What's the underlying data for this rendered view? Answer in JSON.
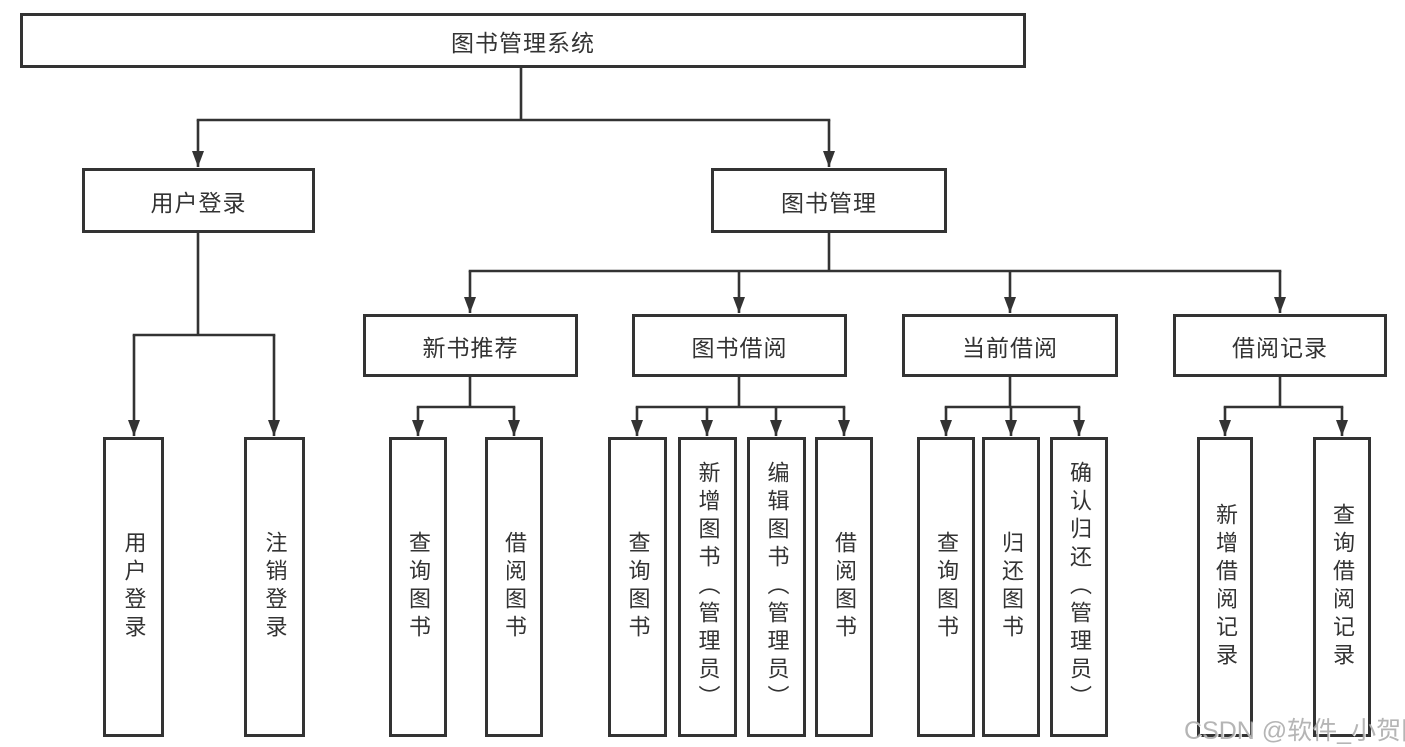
{
  "colors": {
    "line": "#333333",
    "text": "#333333",
    "background": "#ffffff",
    "watermark": "#a8a8a8"
  },
  "watermark": {
    "text": "CSDN @软件_小贺同学"
  },
  "tree": {
    "root": "图书管理系统",
    "level2": [
      "用户登录",
      "图书管理"
    ],
    "modules": [
      "新书推荐",
      "图书借阅",
      "当前借阅",
      "借阅记录"
    ],
    "children": {
      "login": [
        "用户登录",
        "注销登录"
      ],
      "recommend": [
        "查询图书",
        "借阅图书"
      ],
      "borrow": [
        "查询图书",
        "新增图书（管理员）",
        "编辑图书（管理员）",
        "借阅图书"
      ],
      "current": [
        "查询图书",
        "归还图书",
        "确认归还（管理员）"
      ],
      "records": [
        "新增借阅记录",
        "查询借阅记录"
      ]
    }
  }
}
